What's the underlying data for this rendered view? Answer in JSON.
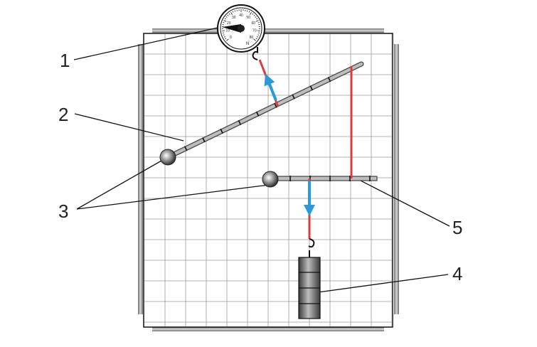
{
  "labels": {
    "l1": "1",
    "l2": "2",
    "l3": "3",
    "l4": "4",
    "l5": "5"
  },
  "dynamometer": {
    "unit": "N",
    "scale": [
      "0",
      "10",
      "20",
      "30",
      "40",
      "50",
      "60",
      "70",
      "80"
    ]
  },
  "colors": {
    "force_arrow": "#2a9ad8",
    "thread": "#e23a3a",
    "grid": "#9a9a9a",
    "frame": "#8c8c8c",
    "lever": "#9a9a9a"
  }
}
